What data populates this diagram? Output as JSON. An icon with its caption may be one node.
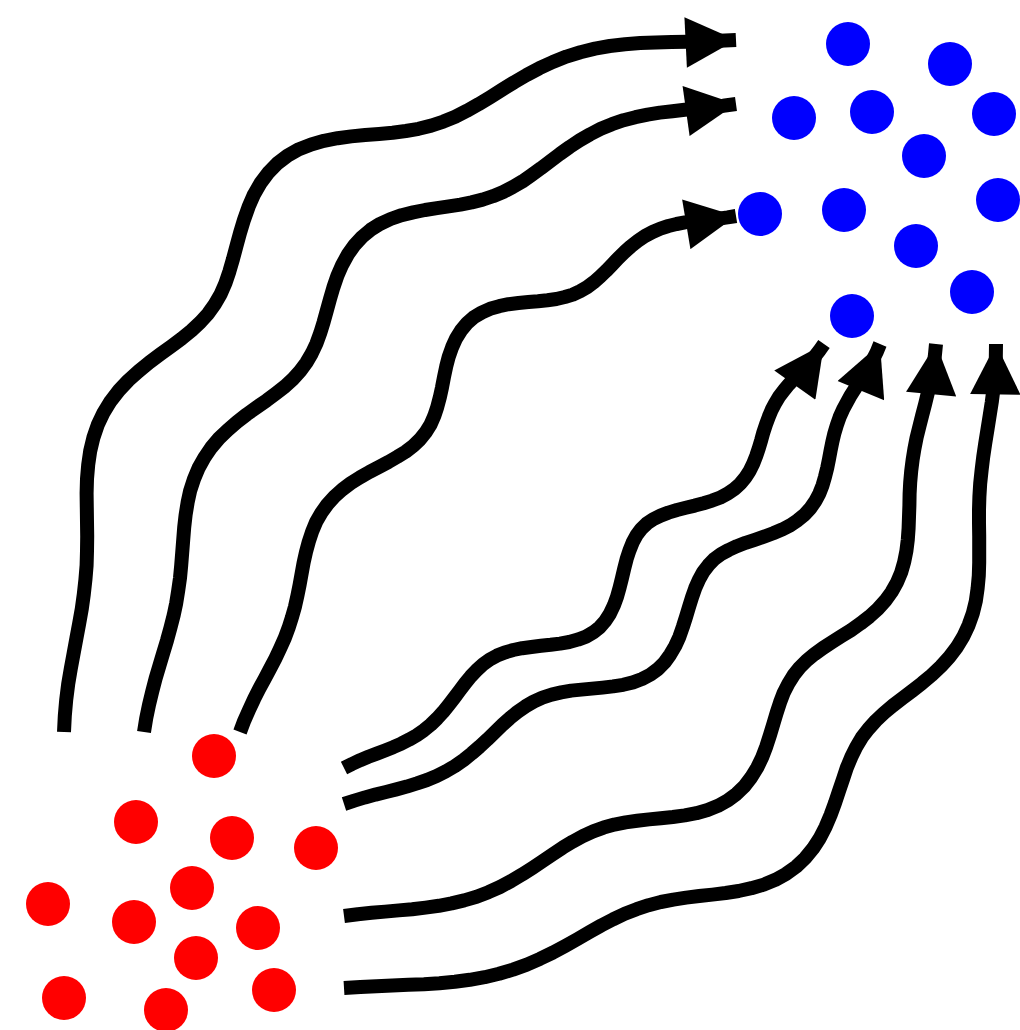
{
  "diagram": {
    "nodes": [
      {
        "text": [],
        "shape": "picture"
      },
      {
        "text": [],
        "shape": "picture"
      }
    ],
    "edges": [
      {
        "from": 0,
        "to": 1,
        "arrow": "to"
      },
      {
        "from": 0,
        "to": 1,
        "arrow": "to"
      },
      {
        "from": 0,
        "to": 1,
        "arrow": "to"
      },
      {
        "from": 0,
        "to": 1,
        "arrow": "to"
      },
      {
        "from": 0,
        "to": 1,
        "arrow": "to"
      },
      {
        "from": 0,
        "to": 1,
        "arrow": "to"
      },
      {
        "from": 0,
        "to": 1,
        "arrow": "to"
      }
    ]
  }
}
